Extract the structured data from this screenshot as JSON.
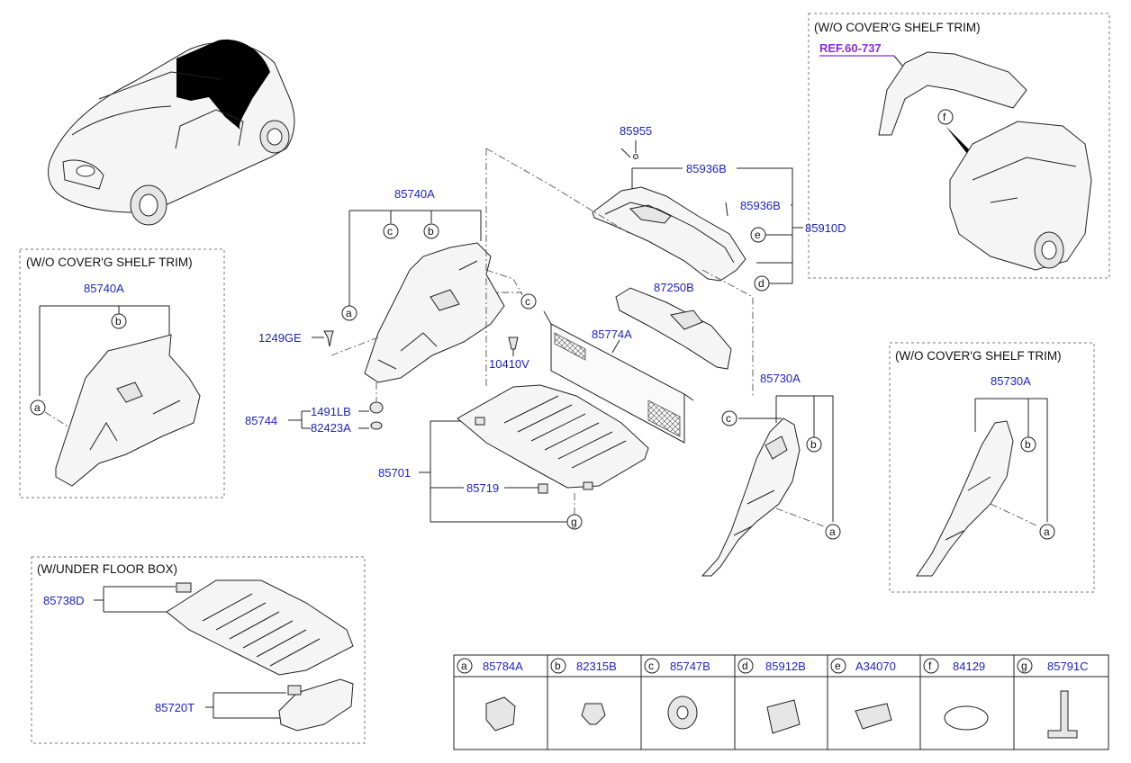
{
  "notes": {
    "wo_covering_shelf_trim": "(W/O COVER'G SHELF TRIM)",
    "w_under_floor_box": "(W/UNDER FLOOR BOX)"
  },
  "reference": "REF.60-737",
  "part_numbers": {
    "p85955": "85955",
    "p85936B_top": "85936B",
    "p85936B_mid": "85936B",
    "p85910D": "85910D",
    "p85740A_main": "85740A",
    "p85740A_inset": "85740A",
    "p87250B": "87250B",
    "p85774A": "85774A",
    "p1249GE": "1249GE",
    "p10410V": "10410V",
    "p85744": "85744",
    "p1491LB": "1491LB",
    "p82423A": "82423A",
    "p85730A_main": "85730A",
    "p85730A_inset": "85730A",
    "p85701": "85701",
    "p85719": "85719",
    "p85738D": "85738D",
    "p85720T": "85720T"
  },
  "callouts": [
    "a",
    "b",
    "c",
    "d",
    "e",
    "f",
    "g"
  ],
  "legend": [
    {
      "letter": "a",
      "part": "85784A"
    },
    {
      "letter": "b",
      "part": "82315B"
    },
    {
      "letter": "c",
      "part": "85747B"
    },
    {
      "letter": "d",
      "part": "85912B"
    },
    {
      "letter": "e",
      "part": "A34070"
    },
    {
      "letter": "f",
      "part": "84129"
    },
    {
      "letter": "g",
      "part": "85791C"
    }
  ]
}
